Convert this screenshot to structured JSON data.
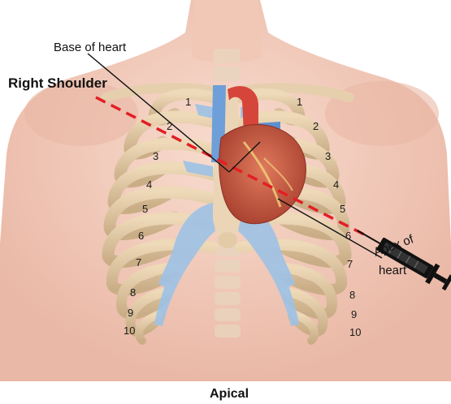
{
  "labels": {
    "base_of_heart": "Base of heart",
    "right_shoulder": "Right Shoulder",
    "apex_line1": "Apex of",
    "apex_line2": "heart",
    "caption": "Apical"
  },
  "rib_numbers": {
    "left": [
      "1",
      "2",
      "3",
      "4",
      "5",
      "6",
      "7",
      "8",
      "9",
      "10"
    ],
    "right": [
      "1",
      "2",
      "3",
      "4",
      "5",
      "6",
      "7",
      "8",
      "9",
      "10"
    ]
  },
  "colors": {
    "skin": "#f4cfc0",
    "rib": "#e2c9a4",
    "cartilage": "#9ec2e6",
    "heart": "#c95a47",
    "vessel_blue": "#6f9fd8",
    "vessel_red": "#d6453a",
    "dashed_line": "#e31e24",
    "syringe": "#111111"
  },
  "icons": {
    "syringe": "syringe-icon"
  }
}
